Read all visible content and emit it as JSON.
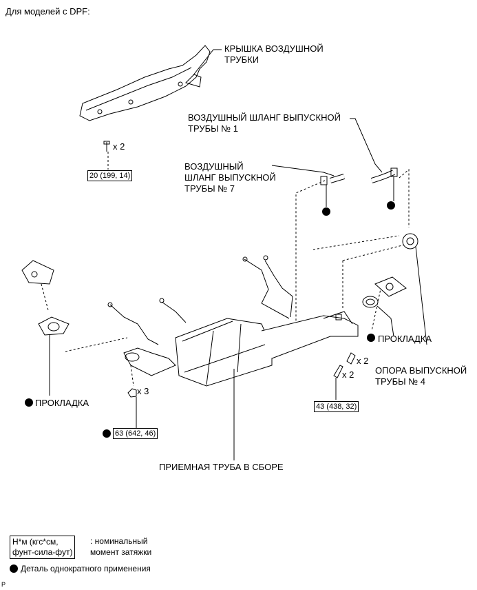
{
  "header": "Для моделей с DPF:",
  "labels": {
    "air_tube_cover": "КРЫШКА ВОЗДУШНОЙ\nТРУБКИ",
    "air_hose_1": "ВОЗДУШНЫЙ ШЛАНГ ВЫПУСКНОЙ\nТРУБЫ № 1",
    "air_hose_7": "ВОЗДУШНЫЙ\nШЛАНГ ВЫПУСКНОЙ\nТРУБЫ № 7",
    "gasket_right": "ПРОКЛАДКА",
    "gasket_left": "ПРОКЛАДКА",
    "support_4": "ОПОРА ВЫПУСКНОЙ\nТРУБЫ № 4",
    "front_pipe": "ПРИЕМНАЯ ТРУБА В СБОРЕ"
  },
  "quantities": {
    "cover_bolts": "x 2",
    "nuts": "x 3",
    "spring": "x 2",
    "bolts_right": "x 2"
  },
  "torques": {
    "cover": "20 (199, 14)",
    "front": "63 (642, 46)",
    "rear": "43 (438, 32)"
  },
  "legend": {
    "torque_units": "Н*м (кгс*см,\nфунт-сила-фут)",
    "torque_desc": ": номинальный\nмомент затяжки",
    "non_reusable": "Деталь однократного применения"
  },
  "footer_mark": "P"
}
